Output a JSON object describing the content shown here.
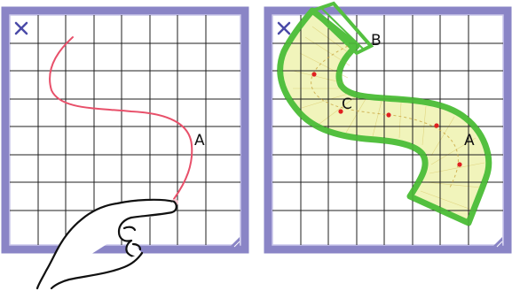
{
  "panels": [
    {
      "id": "left",
      "close_icon": "x-mark-icon",
      "corner_icon": "resize-corner-icon",
      "labels": [
        {
          "text": "A"
        }
      ],
      "elements": [
        "sketched-curve",
        "pointing-hand"
      ]
    },
    {
      "id": "right",
      "close_icon": "x-mark-icon",
      "corner_icon": "resize-corner-icon",
      "labels": [
        {
          "text": "B"
        },
        {
          "text": "C"
        },
        {
          "text": "A"
        }
      ],
      "elements": [
        "swept-band",
        "centerline-control-points"
      ]
    }
  ],
  "colors": {
    "frame": "#8a85c6",
    "frame_inner": "#c9c6ea",
    "grid": "#1f1f1f",
    "curve": "#e8506a",
    "band_fill": "#f0f3b4",
    "band_stroke": "#54c040",
    "control_point": "#e02020",
    "close_icon": "#4a4aa8"
  }
}
